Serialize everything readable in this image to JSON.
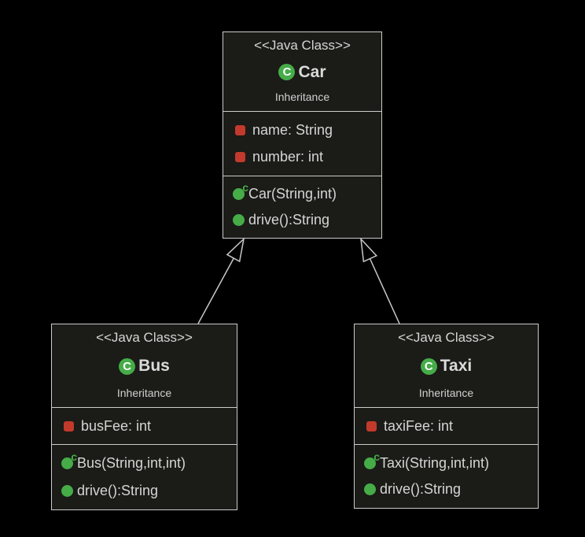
{
  "diagram": {
    "background_color": "#000000",
    "box_fill_color": "#1b1b18",
    "border_color": "#cbcccb",
    "text_color": "#d5d5d5",
    "class_badge_color": "#45ac48",
    "attribute_icon_color": "#c23a2c",
    "method_icon_color": "#45ac48"
  },
  "icons": {
    "class_badge_letter": "C",
    "constructor_marker": "c",
    "attribute_icon": "red-square-private-field",
    "method_icon": "green-circle-public-method"
  },
  "classes": [
    {
      "stereotype": "<<Java Class>>",
      "name": "Car",
      "package": "Inheritance",
      "attributes": [
        {
          "label": "name: String"
        },
        {
          "label": "number: int"
        }
      ],
      "methods": [
        {
          "label": "Car(String,int)",
          "constructor": true
        },
        {
          "label": "drive():String",
          "constructor": false
        }
      ]
    },
    {
      "stereotype": "<<Java Class>>",
      "name": "Bus",
      "package": "Inheritance",
      "attributes": [
        {
          "label": "busFee: int"
        }
      ],
      "methods": [
        {
          "label": "Bus(String,int,int)",
          "constructor": true
        },
        {
          "label": "drive():String",
          "constructor": false
        }
      ]
    },
    {
      "stereotype": "<<Java Class>>",
      "name": "Taxi",
      "package": "Inheritance",
      "attributes": [
        {
          "label": "taxiFee: int"
        }
      ],
      "methods": [
        {
          "label": "Taxi(String,int,int)",
          "constructor": true
        },
        {
          "label": "drive():String",
          "constructor": false
        }
      ]
    }
  ],
  "relations": [
    {
      "type": "generalization",
      "from": "Bus",
      "to": "Car"
    },
    {
      "type": "generalization",
      "from": "Taxi",
      "to": "Car"
    }
  ]
}
